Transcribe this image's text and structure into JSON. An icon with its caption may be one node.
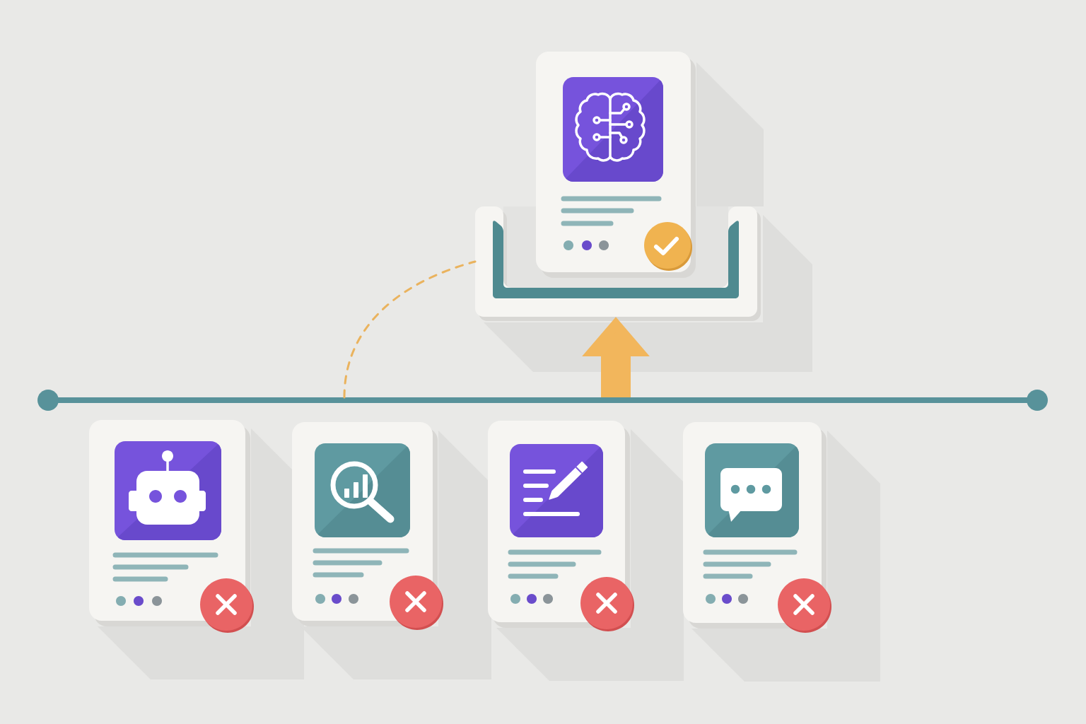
{
  "diagram": {
    "nodes": [
      {
        "text": [],
        "shape": "box"
      },
      {
        "text": [],
        "shape": "tray"
      },
      {
        "text": [],
        "shape": "bar"
      },
      {
        "text": [],
        "shape": "box"
      },
      {
        "text": [],
        "shape": "box"
      },
      {
        "text": [],
        "shape": "box"
      },
      {
        "text": [],
        "shape": "box"
      }
    ],
    "edges": [
      {
        "from": 2,
        "to": 1,
        "arrow": "to",
        "style": "thick",
        "color": "#f2b65c"
      },
      {
        "from": 2,
        "to": 1,
        "arrow": "none",
        "style": "dashed",
        "color": "#eab35e"
      }
    ]
  }
}
